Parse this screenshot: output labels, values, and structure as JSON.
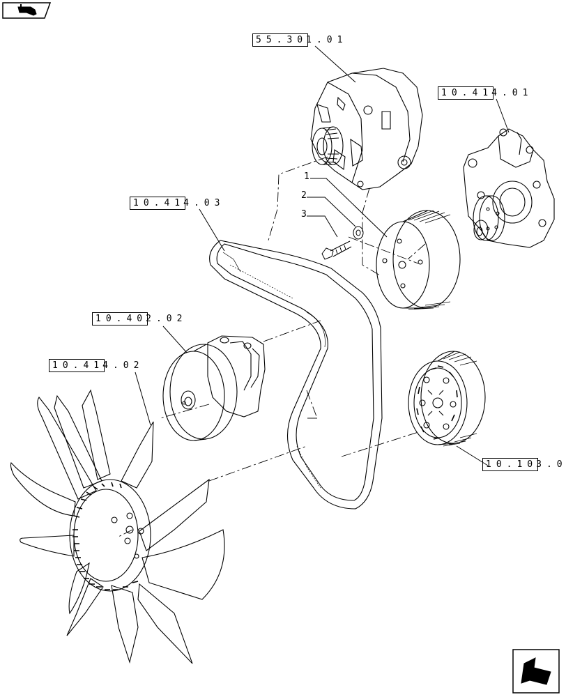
{
  "references": {
    "alternator": {
      "boxed": "55.30",
      "rest": "1.01"
    },
    "water_pump": {
      "boxed": "10.41",
      "rest": "4.01"
    },
    "belt": {
      "boxed": "10.41",
      "rest": "4.03"
    },
    "tensioner": {
      "boxed": "10.40",
      "rest": "2.02"
    },
    "fan": {
      "boxed": "10.41",
      "rest": "4.02"
    },
    "crank_pulley": {
      "boxed": "10.10",
      "rest": "3.0"
    }
  },
  "callouts": {
    "pulley": "1",
    "washer": "2",
    "bolt": "3"
  },
  "icons": {
    "top_left": "previous-page-icon",
    "bottom_right": "next-page-icon"
  },
  "colors": {
    "line": "#000000",
    "background": "#ffffff"
  }
}
